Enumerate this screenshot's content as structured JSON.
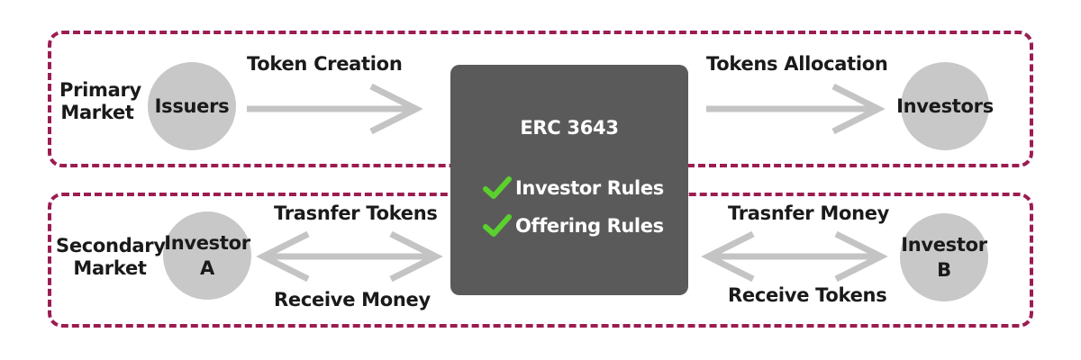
{
  "primary": {
    "market_label_1": "Primary",
    "market_label_2": "Market",
    "issuers": "Issuers",
    "investors": "Investors",
    "token_creation": "Token Creation",
    "tokens_allocation": "Tokens Allocation"
  },
  "center": {
    "title": "ERC 3643",
    "rules": [
      {
        "label": "Investor Rules",
        "icon": "check-icon"
      },
      {
        "label": "Offering Rules",
        "icon": "check-icon"
      }
    ]
  },
  "secondary": {
    "market_label_1": "Secondary",
    "market_label_2": "Market",
    "investor_a_1": "Investor",
    "investor_a_2": "A",
    "investor_b_1": "Investor",
    "investor_b_2": "B",
    "transfer_tokens": "Trasnfer Tokens",
    "receive_money": "Receive Money",
    "transfer_money": "Trasnfer Money",
    "receive_tokens": "Receive Tokens"
  },
  "colors": {
    "lane_border": "#9b1c52",
    "node_fill": "#c8c8c8",
    "arrow": "#c4c4c4",
    "center_fill": "#5a5a5a",
    "check": "#5bd12e"
  }
}
